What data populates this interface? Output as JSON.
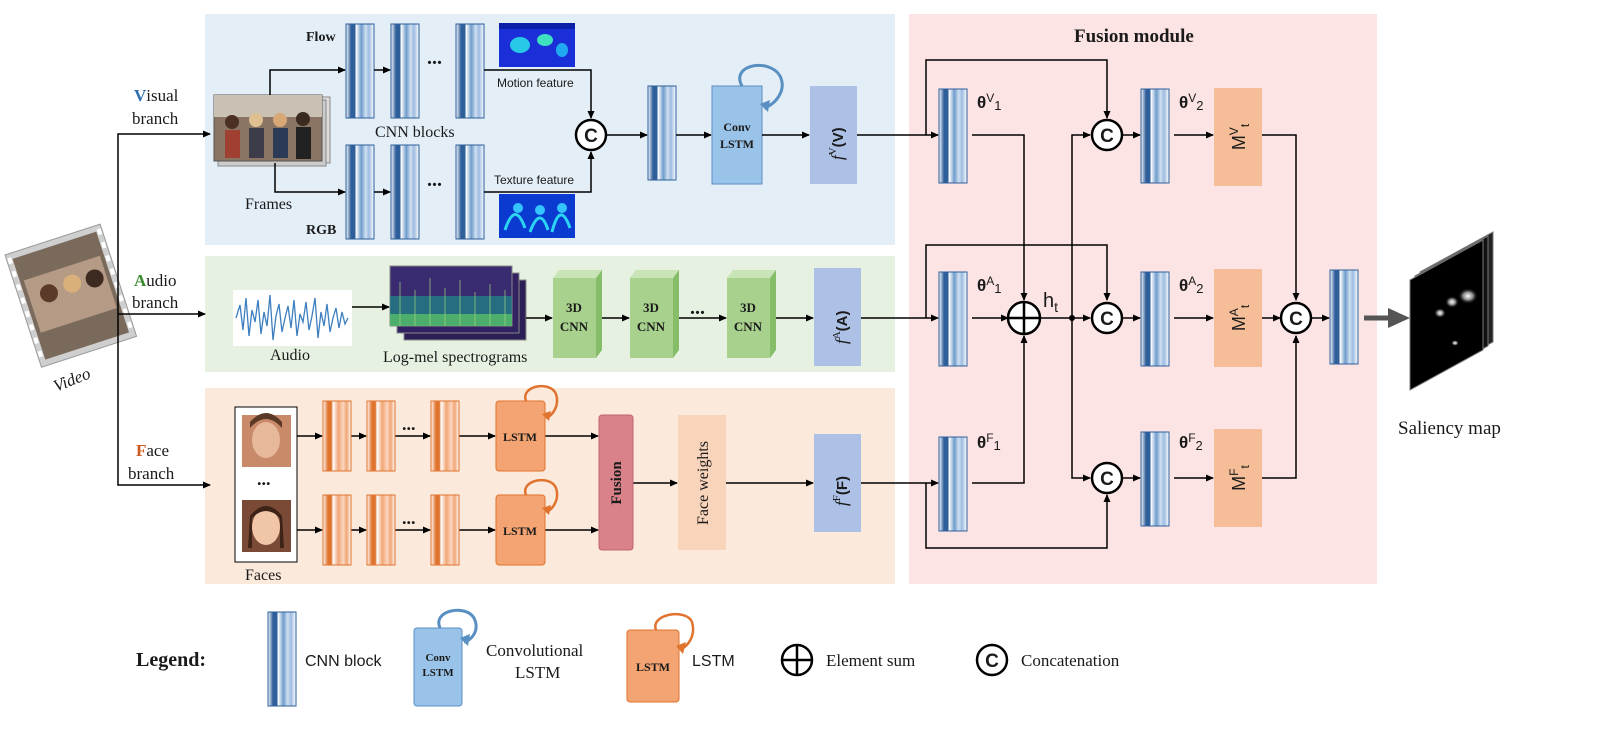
{
  "branches": {
    "visual": {
      "initial": "V",
      "rest": "isual",
      "line2": "branch"
    },
    "audio": {
      "initial": "A",
      "rest": "udio",
      "line2": "branch"
    },
    "face": {
      "initial": "F",
      "rest": "ace",
      "line2": "branch"
    }
  },
  "video_label": "Video",
  "visual": {
    "flow": "Flow",
    "rgb": "RGB",
    "frames": "Frames",
    "cnn_blocks": "CNN blocks",
    "motion_feature": "Motion feature",
    "texture_feature": "Texture feature",
    "ellipsis": "...",
    "conv": "Conv",
    "lstm": "LSTM",
    "f_label": "f",
    "f_sup": "V",
    "f_arg": "(V)"
  },
  "audio": {
    "audio_label": "Audio",
    "spectrograms": "Log-mel spectrograms",
    "cnn3d_top": "3D",
    "cnn3d_bottom": "CNN",
    "ellipsis": "...",
    "f_label": "f",
    "f_sup": "A",
    "f_arg": "(A)"
  },
  "face": {
    "faces": "Faces",
    "dots": "...",
    "ellipsis": "...",
    "lstm": "LSTM",
    "fusion": "Fusion",
    "face_weights": "Face weights",
    "f_label": "f",
    "f_sup": "F",
    "f_arg": "(F)"
  },
  "fusion": {
    "title": "Fusion module",
    "theta": "θ",
    "v1_sup": "V",
    "a1_sup": "A",
    "f1_sup": "F",
    "sub1": "1",
    "sub2": "2",
    "ht_base": "h",
    "ht_sub": "t",
    "m_base": "M",
    "m_sup_v": "V",
    "m_sup_a": "A",
    "m_sup_f": "F",
    "m_sub": "t",
    "concat_symbol": "C"
  },
  "output": {
    "saliency": "Saliency map"
  },
  "legend": {
    "title": "Legend:",
    "cnn_block": "CNN block",
    "conv_lstm_1": "Convolutional",
    "conv_lstm_2": "LSTM",
    "conv_icon_1": "Conv",
    "conv_icon_2": "LSTM",
    "lstm_icon": "LSTM",
    "lstm": "LSTM",
    "element_sum": "Element sum",
    "concatenation": "Concatenation",
    "concat_symbol": "C"
  },
  "colors": {
    "visual_bg": "#e3eef7",
    "audio_bg": "#e6f1e1",
    "face_bg": "#fbeadc",
    "fusion_bg": "#fde4e4",
    "blue_dark": "#2e5f9a",
    "blue_mid": "#6f9ccc",
    "orange": "#f0a676",
    "orange_dark": "#e0732e",
    "green": "#a8d18e",
    "pink_fusion": "#d9828a",
    "f_box": "#adc0e6",
    "conv_lstm": "#99c3e8",
    "m_box": "#f5be98",
    "face_weights": "#f8d4ba",
    "initial_visual": "#2e6fb0",
    "initial_audio": "#3a8a2e",
    "initial_face": "#d05a1e"
  }
}
